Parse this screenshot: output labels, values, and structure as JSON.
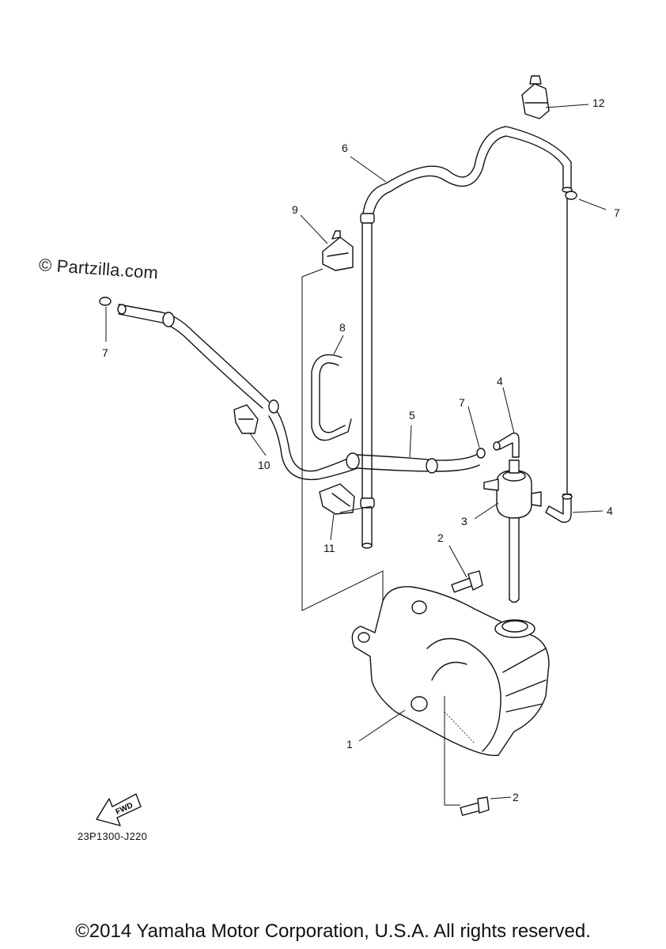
{
  "watermark": "© Partzilla.com",
  "part_code": "23P1300-J220",
  "copyright": "©2014 Yamaha Motor Corporation, U.S.A. All rights reserved.",
  "fwd_label": "FWD",
  "callouts": {
    "c1": "1",
    "c2a": "2",
    "c2b": "2",
    "c3": "3",
    "c4a": "4",
    "c4b": "4",
    "c5": "5",
    "c6": "6",
    "c7a": "7",
    "c7b": "7",
    "c7c": "7",
    "c8": "8",
    "c9": "9",
    "c10": "10",
    "c11": "11",
    "c12": "12"
  }
}
